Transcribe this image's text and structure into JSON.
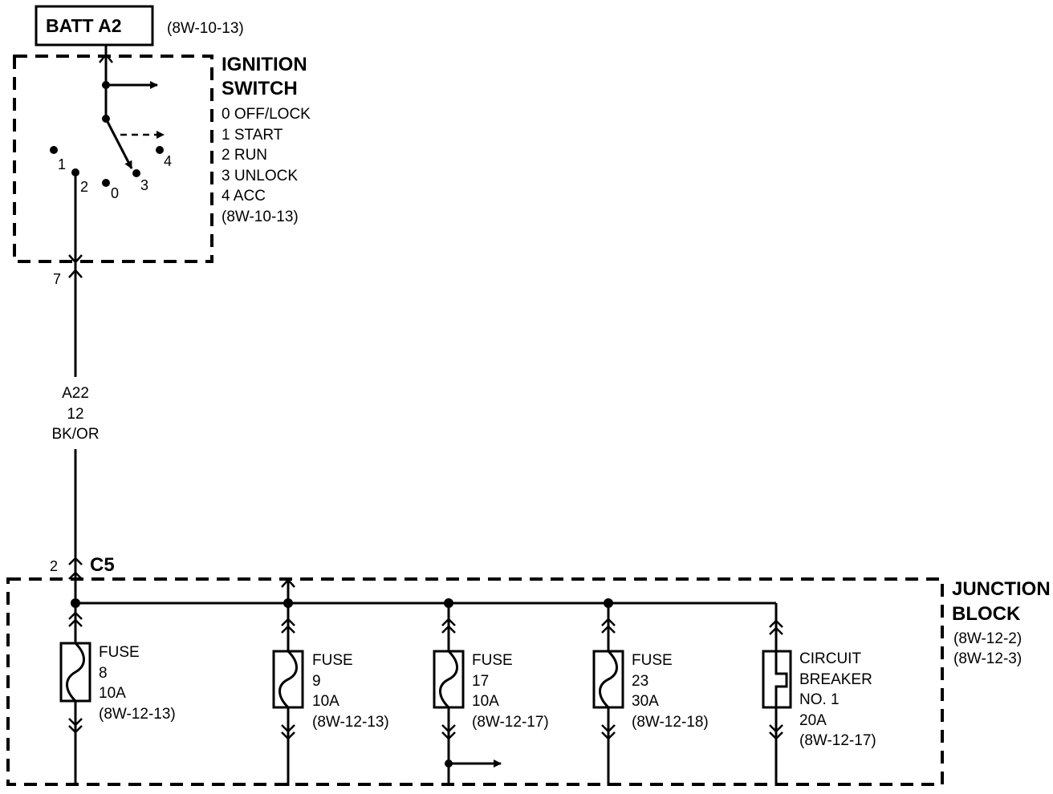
{
  "battery": {
    "label": "BATT A2",
    "ref": "(8W-10-13)"
  },
  "ignition_switch": {
    "title": [
      "IGNITION",
      "SWITCH"
    ],
    "positions": [
      "0 OFF/LOCK",
      "1 START",
      "2 RUN",
      "3 UNLOCK",
      "4 ACC"
    ],
    "ref": "(8W-10-13)",
    "terminals": [
      "1",
      "2",
      "0",
      "3",
      "4"
    ]
  },
  "connector_top": {
    "pin": "7"
  },
  "wire": {
    "circuit": "A22",
    "gauge": "12",
    "color": "BK/OR"
  },
  "connector_c5": {
    "pin": "2",
    "name": "C5"
  },
  "junction_block": {
    "title": [
      "JUNCTION",
      "BLOCK"
    ],
    "refs": [
      "(8W-12-2)",
      "(8W-12-3)"
    ]
  },
  "devices": [
    {
      "lines": [
        "FUSE",
        "8",
        "10A",
        "(8W-12-13)"
      ]
    },
    {
      "lines": [
        "FUSE",
        "9",
        "10A",
        "(8W-12-13)"
      ]
    },
    {
      "lines": [
        "FUSE",
        "17",
        "10A",
        "(8W-12-17)"
      ]
    },
    {
      "lines": [
        "FUSE",
        "23",
        "30A",
        "(8W-12-18)"
      ]
    },
    {
      "lines": [
        "CIRCUIT",
        "BREAKER",
        "NO. 1",
        "20A",
        "(8W-12-17)"
      ]
    }
  ]
}
